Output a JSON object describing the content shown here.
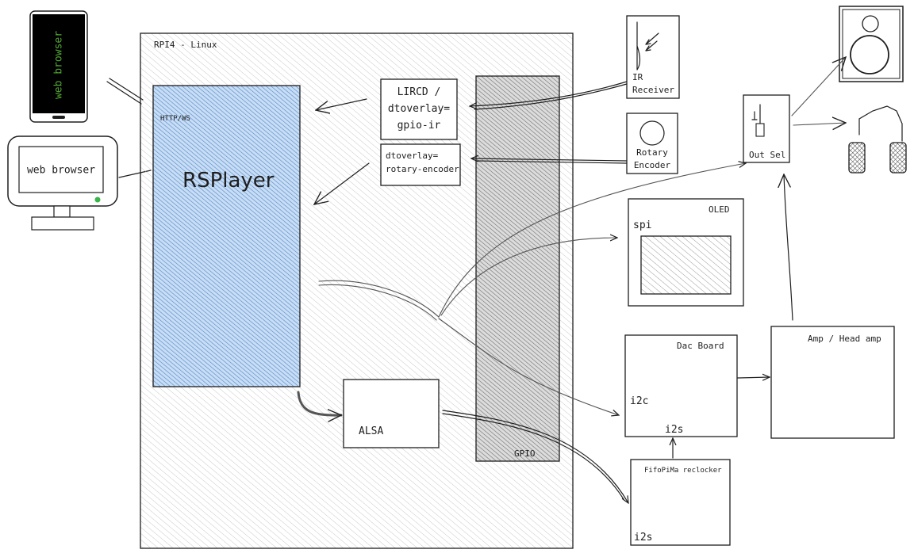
{
  "diagram": {
    "phone": {
      "label": "web browser"
    },
    "desktop": {
      "label": "web browser"
    },
    "rpi": {
      "title": "RPI4 - Linux"
    },
    "rsplayer": {
      "protocol": "HTTP/WS",
      "name": "RSPlayer"
    },
    "lircd": {
      "line1": "LIRCD /",
      "line2": "dtoverlay=",
      "line3": "gpio-ir"
    },
    "rotary_overlay": {
      "line1": "dtoverlay=",
      "line2": "rotary-encoder"
    },
    "gpio": {
      "label": "GPIO"
    },
    "alsa": {
      "label": "ALSA"
    },
    "ir_receiver": {
      "line1": "IR",
      "line2": "Receiver"
    },
    "rotary_encoder": {
      "line1": "Rotary",
      "line2": "Encoder"
    },
    "out_sel": {
      "label": "Out Sel"
    },
    "oled": {
      "title": "OLED",
      "bus": "spi"
    },
    "dac_board": {
      "title": "Dac Board",
      "i2c": "i2c",
      "i2s": "i2s"
    },
    "amp": {
      "title": "Amp / Head amp"
    },
    "reclocker": {
      "title": "FifoPiMa reclocker",
      "i2s": "i2s"
    }
  },
  "colors": {
    "stroke": "#1e1e1e",
    "rsplayer_fill": "#a5c8ec",
    "rsplayer_hatch": "#4a86d0",
    "gpio_fill": "#7a7a7a",
    "phone_text": "#52a832",
    "led": "#3ab54a"
  }
}
